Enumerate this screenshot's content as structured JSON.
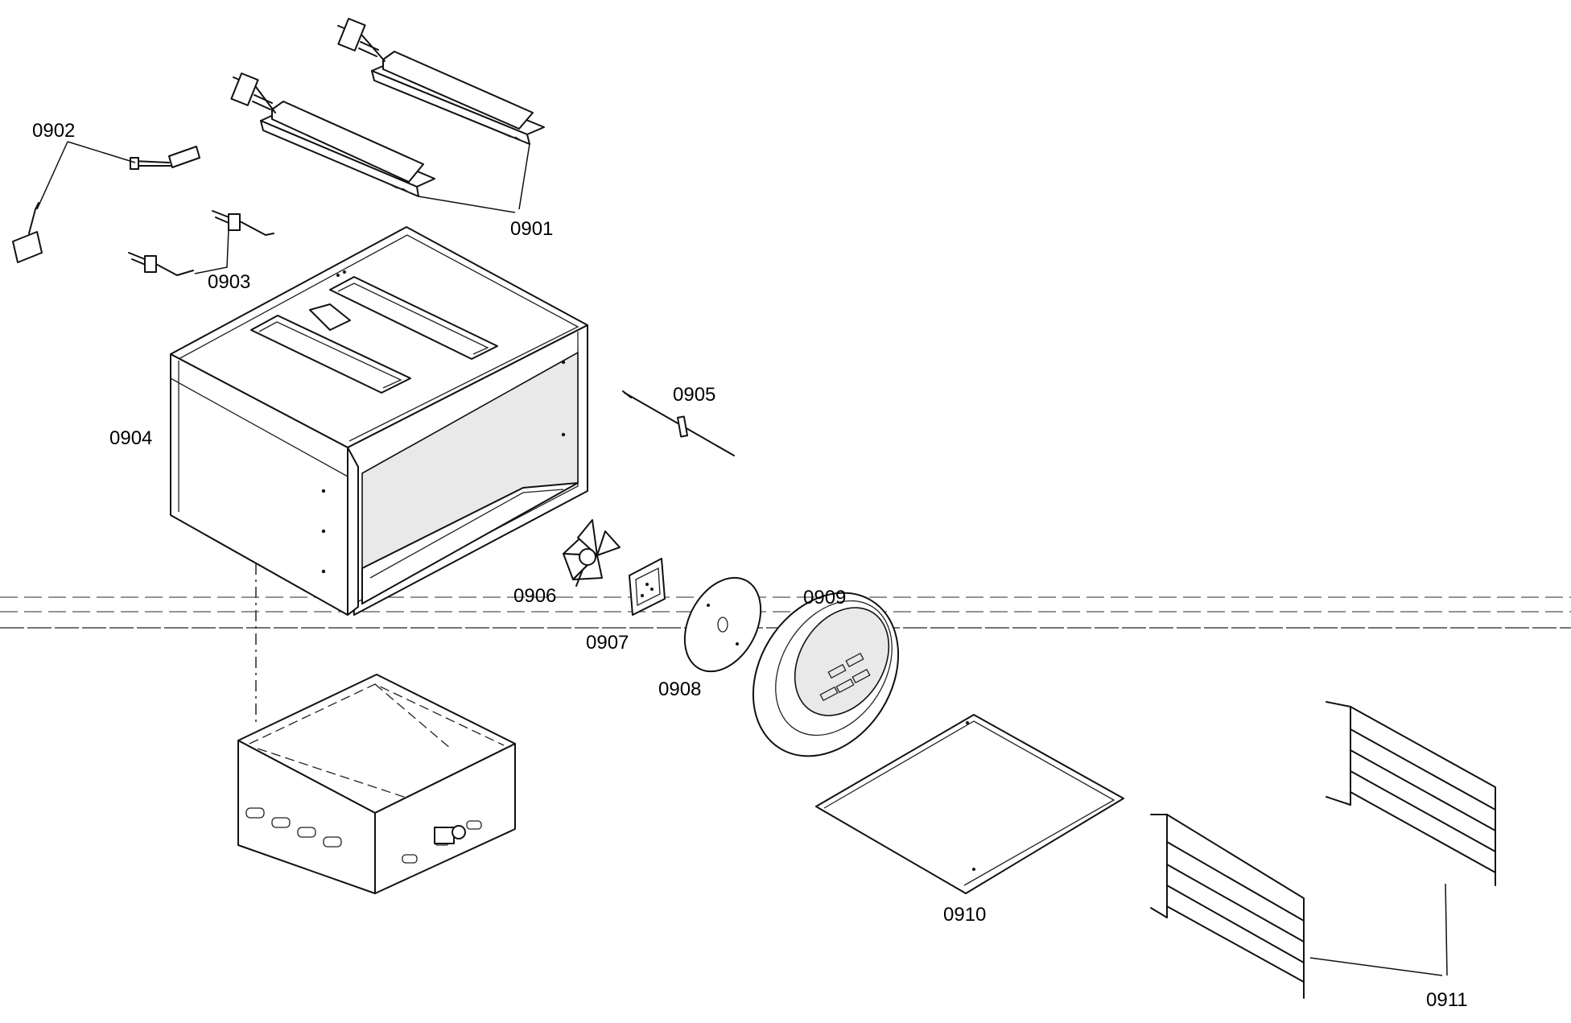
{
  "labels": {
    "p0901": "0901",
    "p0902": "0902",
    "p0903": "0903",
    "p0904": "0904",
    "p0905": "0905",
    "p0906": "0906",
    "p0907": "0907",
    "p0908": "0908",
    "p0909": "0909",
    "p0910": "0910",
    "p0911": "0911"
  }
}
